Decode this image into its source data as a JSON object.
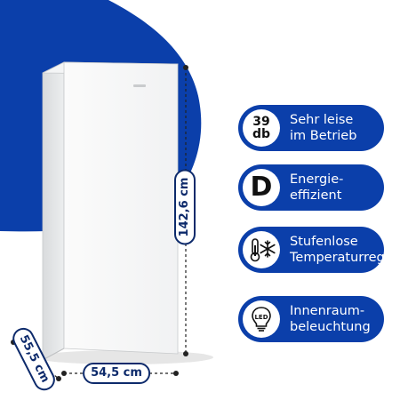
{
  "colors": {
    "brand_blue": "#0b3faa",
    "dimension_blue": "#0d2a6b",
    "background": "#ffffff"
  },
  "dimensions": {
    "height": "142,6 cm",
    "width": "54,5 cm",
    "depth": "55,5 cm"
  },
  "features": [
    {
      "icon": "39-db-icon",
      "icon_lines": [
        "39",
        "db"
      ],
      "lines": [
        "Sehr leise",
        "im Betrieb"
      ]
    },
    {
      "icon": "energy-class-d-icon",
      "icon_letter": "D",
      "lines": [
        "Energie-",
        "effizient"
      ]
    },
    {
      "icon": "thermometer-snowflake-icon",
      "lines": [
        "Stufenlose",
        "Temperaturreg."
      ]
    },
    {
      "icon": "led-bulb-icon",
      "icon_text": "LED",
      "lines": [
        "Innenraum-",
        "beleuchtung"
      ]
    }
  ]
}
